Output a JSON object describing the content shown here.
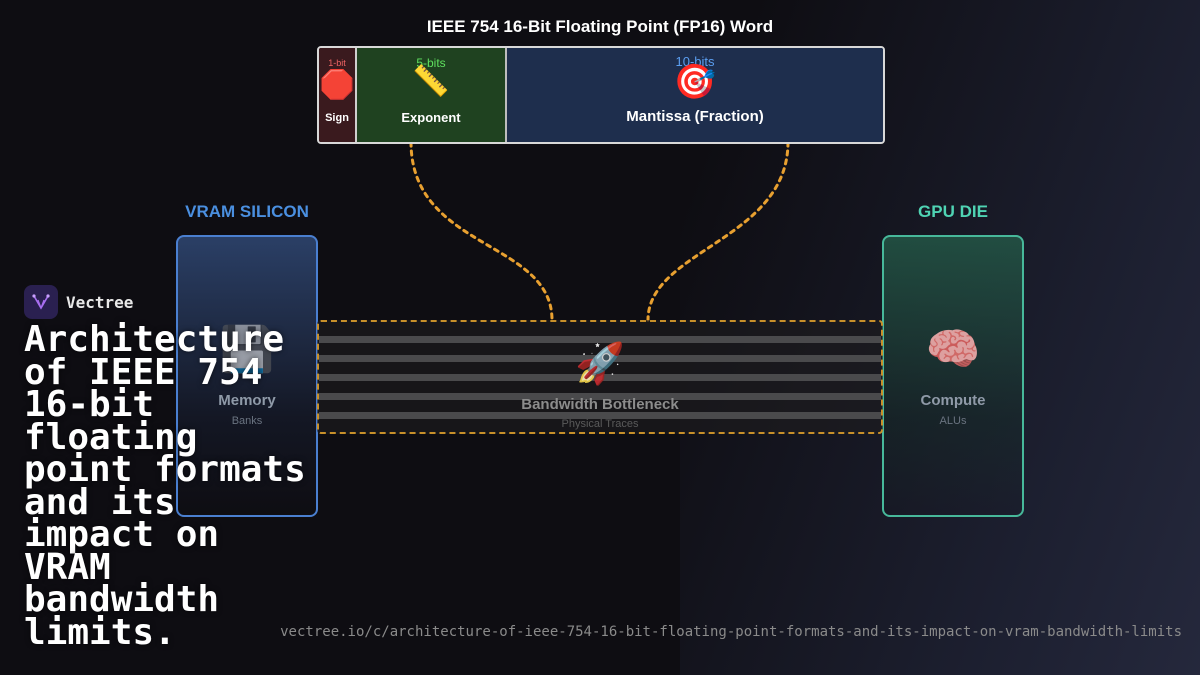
{
  "word": {
    "title": "IEEE 754 16-Bit Floating Point (FP16) Word",
    "fields": [
      {
        "bits": "1-bit",
        "icon": "stop-sign-icon",
        "glyph": "🛑",
        "label": "Sign",
        "color": "#3a1a1e"
      },
      {
        "bits": "5-bits",
        "icon": "ruler-icon",
        "glyph": "📏",
        "label": "Exponent",
        "color": "#1f4220"
      },
      {
        "bits": "10-bits",
        "icon": "target-icon",
        "glyph": "🎯",
        "label": "Mantissa (Fraction)",
        "color": "#1e2e4d"
      }
    ]
  },
  "vram": {
    "title": "VRAM SILICON",
    "icon": "memory-chip-icon",
    "glyph": "💾",
    "label": "Memory",
    "sublabel": "Banks",
    "color": "#4a8fe0"
  },
  "gpu": {
    "title": "GPU DIE",
    "icon": "brain-icon",
    "glyph": "🧠",
    "label": "Compute",
    "sublabel": "ALUs",
    "color": "#4fd3b3"
  },
  "bus": {
    "icon": "rocket-icon",
    "glyph": "🚀",
    "label": "Bandwidth Bottleneck",
    "sublabel": "Physical Traces",
    "border_color": "#c8902a"
  },
  "brand": {
    "name": "Vectree",
    "icon": "vectree-logo-icon"
  },
  "headline": "Architecture of IEEE 754 16-bit floating point formats and its impact on VRAM bandwidth limits.",
  "url": "vectree.io/c/architecture-of-ieee-754-16-bit-floating-point-formats-and-its-impact-on-vram-bandwidth-limits"
}
